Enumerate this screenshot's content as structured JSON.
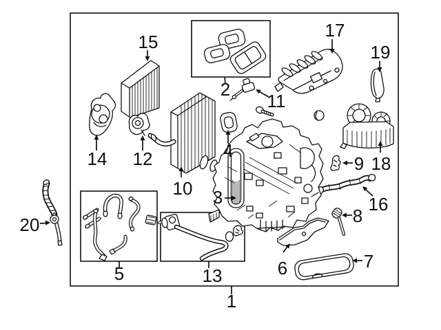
{
  "diagram": {
    "background_color": "#ffffff",
    "line_color": "#111111",
    "callouts": [
      "1",
      "2",
      "3",
      "4",
      "5",
      "6",
      "7",
      "8",
      "9",
      "10",
      "11",
      "12",
      "13",
      "14",
      "15",
      "16",
      "17",
      "18",
      "19",
      "20"
    ]
  }
}
